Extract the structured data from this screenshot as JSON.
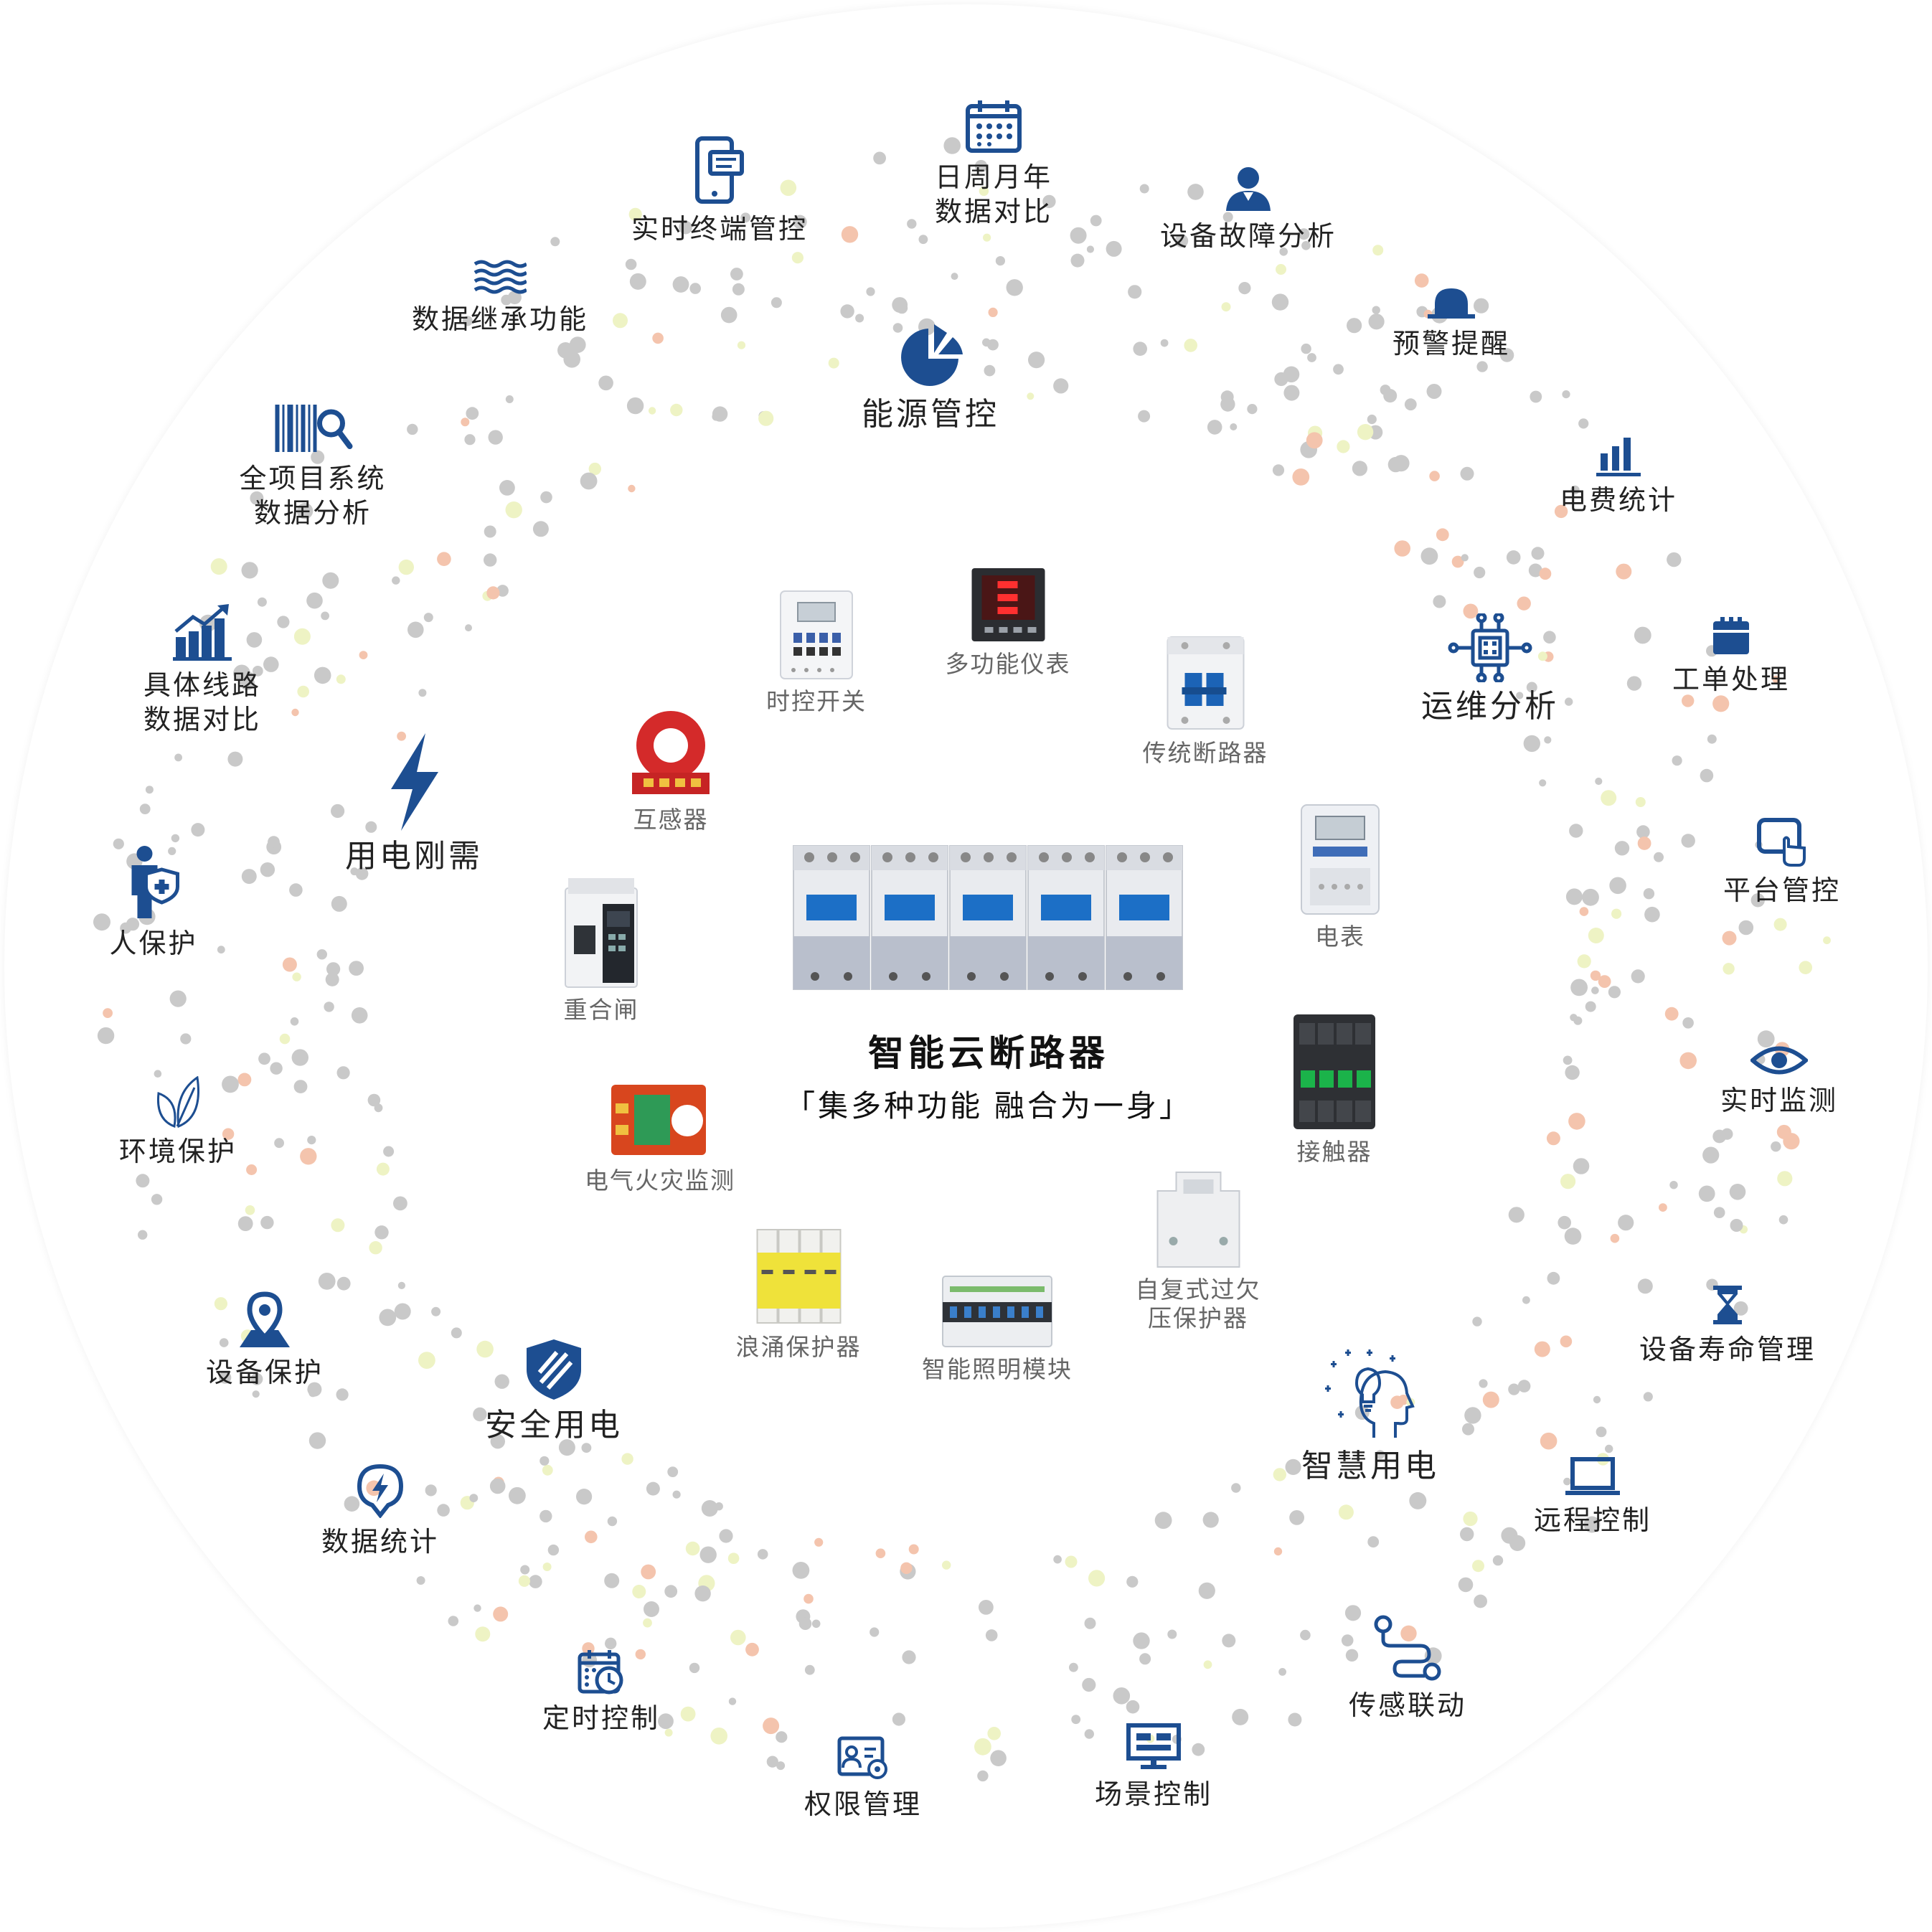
{
  "center": {
    "title": "智能云断路器",
    "subtitle": "「集多种功能  融合为一身」"
  },
  "colors": {
    "icon_blue": "#1d4e91",
    "dot_gray": "#c9c9c9",
    "dot_peach": "#f4c4ad",
    "dot_yellow": "#eef3c4"
  },
  "features": {
    "realtime_terminal": {
      "label": "实时终端管控",
      "icon": "phone-chat-icon"
    },
    "daily_compare": {
      "label": "日周月年\n数据对比",
      "icon": "calendar-icon"
    },
    "fault_analysis": {
      "label": "设备故障分析",
      "icon": "user-icon"
    },
    "data_inherit": {
      "label": "数据继承功能",
      "icon": "waves-icon"
    },
    "early_warning": {
      "label": "预警提醒",
      "icon": "alarm-bell-icon"
    },
    "energy_control": {
      "label": "能源管控",
      "icon": "pie-chart-icon"
    },
    "full_project": {
      "label": "全项目系统\n数据分析",
      "icon": "barcode-search-icon"
    },
    "fee_stats": {
      "label": "电费统计",
      "icon": "bar-chart-icon"
    },
    "work_order": {
      "label": "工单处理",
      "icon": "clipboard-icon"
    },
    "ops_analysis": {
      "label": "运维分析",
      "icon": "chip-icon"
    },
    "line_compare": {
      "label": "具体线路\n数据对比",
      "icon": "rising-bars-icon"
    },
    "power_need": {
      "label": "用电刚需",
      "icon": "lightning-icon"
    },
    "platform_control": {
      "label": "平台管控",
      "icon": "touch-screen-icon"
    },
    "person_protect": {
      "label": "人保护",
      "icon": "person-shield-icon"
    },
    "realtime_monitor": {
      "label": "实时监测",
      "icon": "eye-icon"
    },
    "env_protect": {
      "label": "环境保护",
      "icon": "leaf-icon"
    },
    "device_life": {
      "label": "设备寿命管理",
      "icon": "hourglass-icon"
    },
    "device_protect": {
      "label": "设备保护",
      "icon": "location-pin-icon"
    },
    "safe_power": {
      "label": "安全用电",
      "icon": "shield-icon"
    },
    "smart_power": {
      "label": "智慧用电",
      "icon": "head-bulb-icon"
    },
    "remote_control": {
      "label": "远程控制",
      "icon": "laptop-icon"
    },
    "data_stats": {
      "label": "数据统计",
      "icon": "bolt-pin-icon"
    },
    "timer_control": {
      "label": "定时控制",
      "icon": "calendar-clock-icon"
    },
    "sensor_link": {
      "label": "传感联动",
      "icon": "route-icon"
    },
    "permission": {
      "label": "权限管理",
      "icon": "id-card-gear-icon"
    },
    "scene_control": {
      "label": "场景控制",
      "icon": "monitor-icon"
    }
  },
  "products": {
    "time_switch": {
      "label": "时控开关",
      "icon": "time-switch-device"
    },
    "multi_meter": {
      "label": "多功能仪表",
      "icon": "multifunction-meter-device"
    },
    "trad_breaker": {
      "label": "传统断路器",
      "icon": "traditional-breaker-device"
    },
    "transformer": {
      "label": "互感器",
      "icon": "current-transformer-device"
    },
    "elec_meter": {
      "label": "电表",
      "icon": "electric-meter-device"
    },
    "recloser": {
      "label": "重合闸",
      "icon": "recloser-device"
    },
    "contactor": {
      "label": "接触器",
      "icon": "contactor-device"
    },
    "fire_monitor": {
      "label": "电气火灾监测",
      "icon": "fire-monitor-device"
    },
    "surge": {
      "label": "浪涌保护器",
      "icon": "surge-protector-device"
    },
    "lighting": {
      "label": "智能照明模块",
      "icon": "lighting-module-device"
    },
    "voltage_protect": {
      "label": "自复式过欠\n压保护器",
      "icon": "voltage-protector-device"
    },
    "smart_breaker": {
      "label": "",
      "icon": "smart-cloud-breaker-device"
    }
  }
}
